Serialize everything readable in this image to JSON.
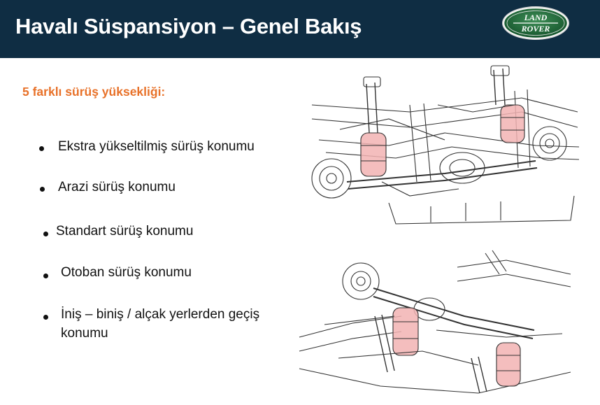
{
  "slide": {
    "title": "Havalı Süspansiyon – Genel Bakış",
    "subtitle": "5 farklı sürüş yüksekliği:",
    "bullets": [
      "Ekstra yükseltilmiş sürüş konumu",
      "Arazi sürüş konumu",
      "Standart sürüş konumu",
      "Otoban sürüş konumu",
      "İniş – biniş / alçak yerlerden geçiş",
      "konumu"
    ]
  },
  "logo": {
    "line1": "LAND",
    "line2": "ROVER"
  },
  "colors": {
    "header": "#0f2d43",
    "accent": "#e8722a",
    "logo_green": "#1e6b3a",
    "airspring": "#f2b3b3"
  },
  "figures": [
    {
      "name": "front-suspension-illustration",
      "icon": "front-axle-drawing"
    },
    {
      "name": "rear-suspension-illustration",
      "icon": "rear-axle-drawing"
    }
  ]
}
